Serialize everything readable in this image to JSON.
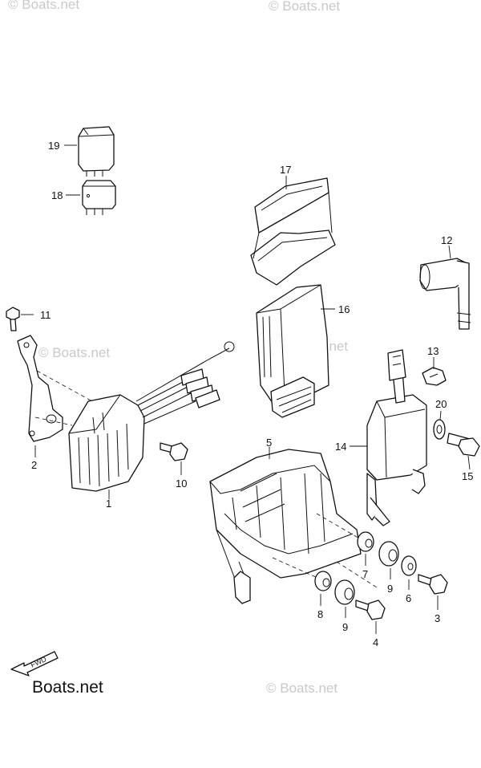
{
  "watermarks": {
    "top_left": "© Boats.net",
    "top_right": "© Boats.net",
    "mid_left": "© Boats.net",
    "mid_right": "© Boats.net",
    "bottom_right": "© Boats.net"
  },
  "fwd_label": "FWD",
  "brand_text": "Boats.net",
  "callouts": {
    "p1": "1",
    "p2": "2",
    "p3": "3",
    "p4": "4",
    "p5": "5",
    "p6": "6",
    "p7": "7",
    "p8": "8",
    "p9a": "9",
    "p9b": "9",
    "p10": "10",
    "p11": "11",
    "p12": "12",
    "p13": "13",
    "p14": "14",
    "p15": "15",
    "p16": "16",
    "p17": "17",
    "p18": "18",
    "p19": "19",
    "p20": "20"
  }
}
